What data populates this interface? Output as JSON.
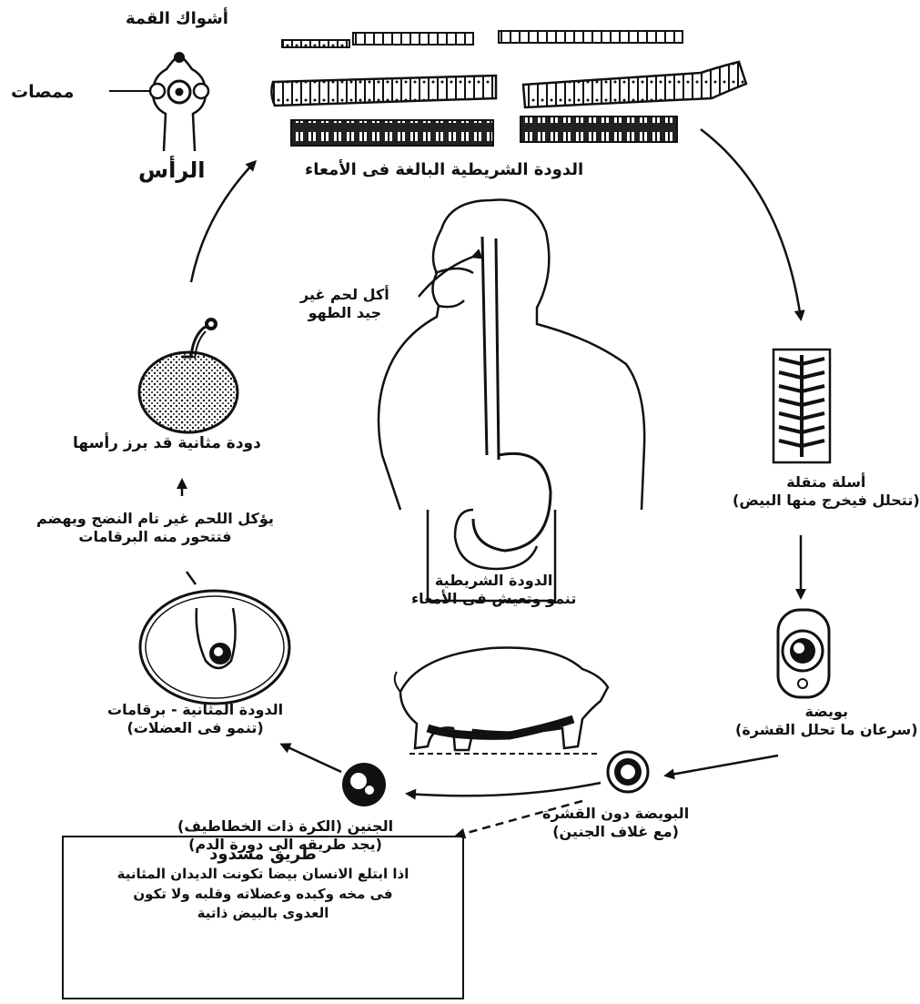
{
  "labels": {
    "hooks": "أشواك القمة",
    "suckers": "ممصات",
    "head": "الرأس",
    "adult_worm": "الدودة الشريطية البالغة فى الأمعاء",
    "eating_1": "أكل لحم غير",
    "eating_2": "جيد الطهو",
    "gravid_1": "أسلة متقلة",
    "gravid_2": "(تتحلل فيخرج منها البيض)",
    "bladder_head": "دودة مثانية قد برز رأسها",
    "meat_1": "يؤكل اللحم غير تام النضج ويهضم",
    "meat_2": "فتتحور منه البرقامات",
    "grows_1": "الدودة الشريطية",
    "grows_2": "تنمو وتعيش فى الأمعاء",
    "egg_1": "بويضة",
    "egg_2": "(سرعان ما تحلل القشرة)",
    "bladder_1": "الدودة المثانية - برقامات",
    "bladder_2": "(تنمو فى العضلات)",
    "embryo_1": "الجنين (الكرة ذات الخطاطيف)",
    "embryo_2": "(يجد طريقه الى دورة الدم)",
    "shellless_1": "البويضة دون القشرة",
    "shellless_2": "(مع غلاف الجنين)"
  },
  "note": {
    "title": "طريق مسدود",
    "line1": "اذا ابتلع الانسان بيضا تكونت الديدان المثانية",
    "line2": "فى مخه وكبده وعضلاته وقلبه ولا تكون",
    "line3": "العدوى بالبيض ذاتية"
  }
}
